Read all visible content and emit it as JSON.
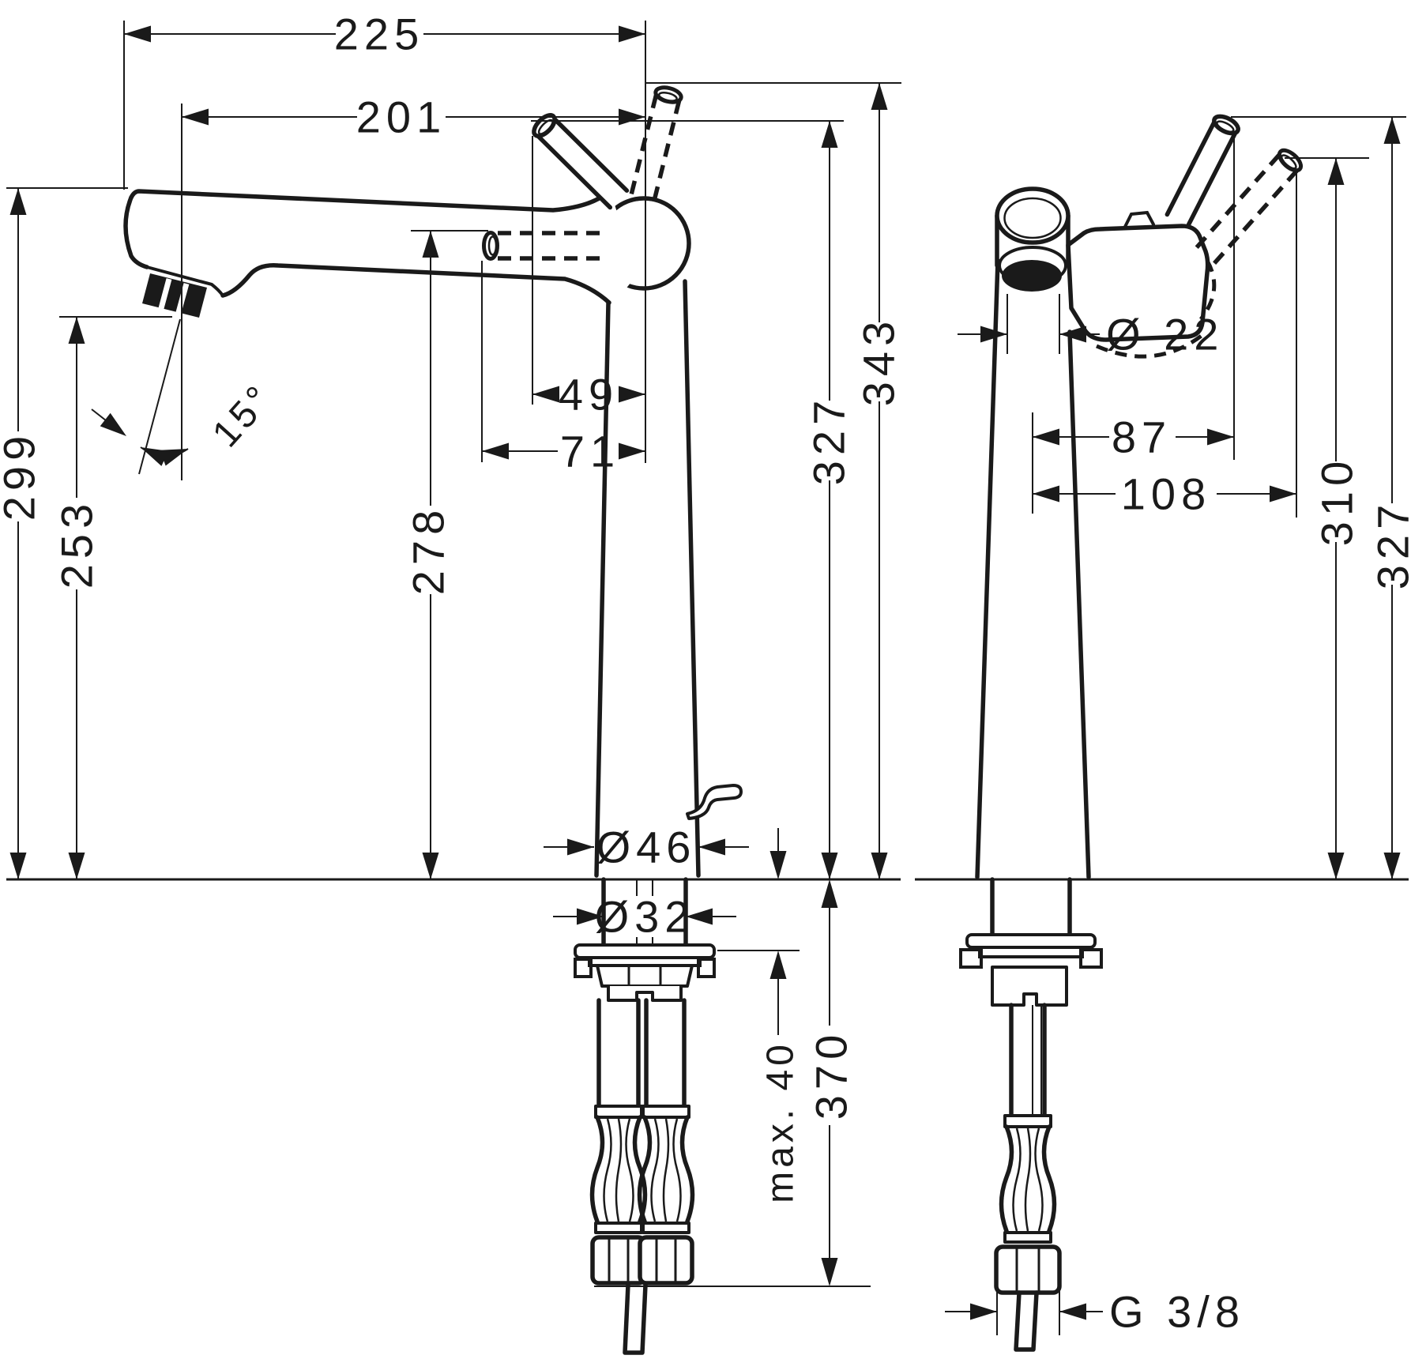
{
  "drawing": {
    "background": "#ffffff",
    "line_color": "#1a1a1a",
    "front_view": {
      "width_overall": "225",
      "width_to_outlet": "201",
      "handle_reach_raised": "49",
      "handle_reach_horizontal": "71",
      "height_spout_top": "299",
      "height_outlet": "253",
      "height_handle_horizontal": "278",
      "height_handle_max": "343",
      "height_handle_rest": "327",
      "spray_angle": "15°",
      "base_diameter": "Ø46",
      "shank_diameter": "Ø32",
      "deck_thickness": "max. 40",
      "hose_length_below_deck": "370"
    },
    "side_view": {
      "spout_pipe_diameter": "Ø 22",
      "handle_offset_rest": "87",
      "handle_offset_tilted": "108",
      "height_handle_tilted": "310",
      "height_handle_rest": "327",
      "connection_thread": "G 3/8"
    }
  }
}
